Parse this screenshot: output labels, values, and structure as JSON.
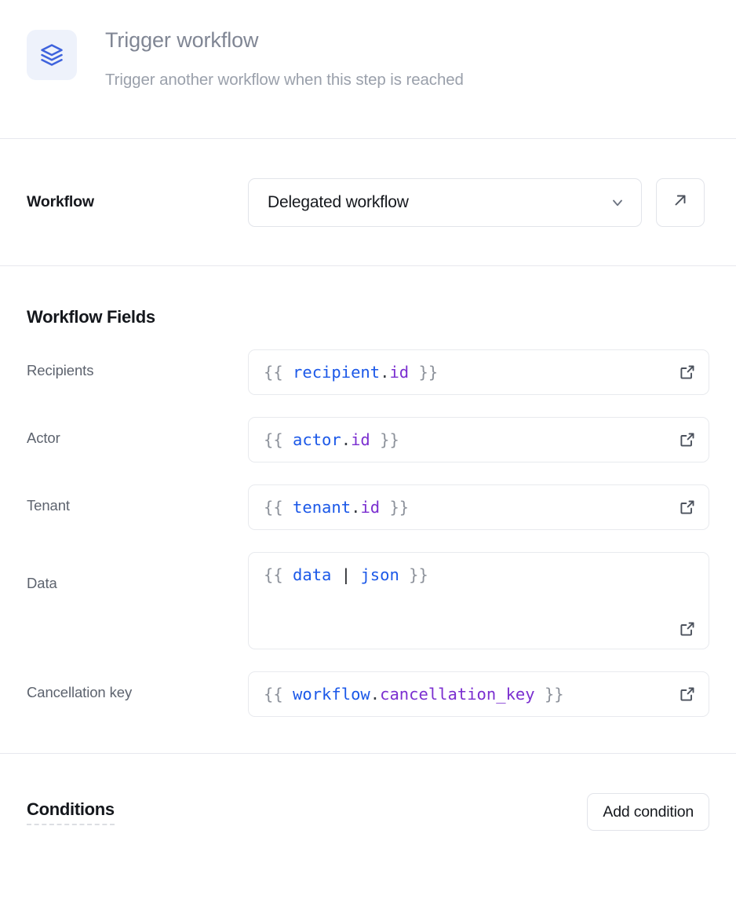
{
  "header": {
    "icon": "layers-icon",
    "icon_color": "#3e63dd",
    "icon_bg": "#eef2fb",
    "title": "Trigger workflow",
    "subtitle": "Trigger another workflow when this step is reached"
  },
  "workflow_section": {
    "label": "Workflow",
    "select": {
      "value": "Delegated workflow",
      "chevron_icon": "chevron-down-icon"
    },
    "open_button_icon": "arrow-up-right-icon"
  },
  "fields_section": {
    "title": "Workflow Fields",
    "fields": [
      {
        "label": "Recipients",
        "value": "{{ recipient.id }}",
        "tokens": [
          {
            "t": "{{ ",
            "c": "brace"
          },
          {
            "t": "recipient",
            "c": "obj"
          },
          {
            "t": ".",
            "c": "dot"
          },
          {
            "t": "id",
            "c": "prop"
          },
          {
            "t": " }}",
            "c": "brace"
          }
        ],
        "multiline": false,
        "expand_icon": "external-link-icon"
      },
      {
        "label": "Actor",
        "value": "{{ actor.id }}",
        "tokens": [
          {
            "t": "{{ ",
            "c": "brace"
          },
          {
            "t": "actor",
            "c": "obj"
          },
          {
            "t": ".",
            "c": "dot"
          },
          {
            "t": "id",
            "c": "prop"
          },
          {
            "t": " }}",
            "c": "brace"
          }
        ],
        "multiline": false,
        "expand_icon": "external-link-icon"
      },
      {
        "label": "Tenant",
        "value": "{{ tenant.id }}",
        "tokens": [
          {
            "t": "{{ ",
            "c": "brace"
          },
          {
            "t": "tenant",
            "c": "obj"
          },
          {
            "t": ".",
            "c": "dot"
          },
          {
            "t": "id",
            "c": "prop"
          },
          {
            "t": " }}",
            "c": "brace"
          }
        ],
        "multiline": false,
        "expand_icon": "external-link-icon"
      },
      {
        "label": "Data",
        "value": "{{ data | json }}",
        "tokens": [
          {
            "t": "{{ ",
            "c": "brace"
          },
          {
            "t": "data",
            "c": "obj"
          },
          {
            "t": " ",
            "c": "brace"
          },
          {
            "t": "|",
            "c": "pipe"
          },
          {
            "t": " ",
            "c": "brace"
          },
          {
            "t": "json",
            "c": "filter"
          },
          {
            "t": " }}",
            "c": "brace"
          }
        ],
        "multiline": true,
        "expand_icon": "external-link-icon"
      },
      {
        "label": "Cancellation key",
        "value": "{{ workflow.cancellation_key }}",
        "tokens": [
          {
            "t": "{{ ",
            "c": "brace"
          },
          {
            "t": "workflow",
            "c": "obj"
          },
          {
            "t": ".",
            "c": "dot"
          },
          {
            "t": "cancellation_key",
            "c": "prop"
          },
          {
            "t": " }}",
            "c": "brace"
          }
        ],
        "multiline": false,
        "expand_icon": "external-link-icon"
      }
    ]
  },
  "conditions_section": {
    "title": "Conditions",
    "add_button_label": "Add condition"
  },
  "colors": {
    "accent": "#1b58e8",
    "property": "#7b2fd0",
    "border": "#e2e4ea",
    "divider": "#e7e8ee",
    "label_text": "#5d636e",
    "title_text": "#14171c",
    "header_title": "#808694"
  }
}
